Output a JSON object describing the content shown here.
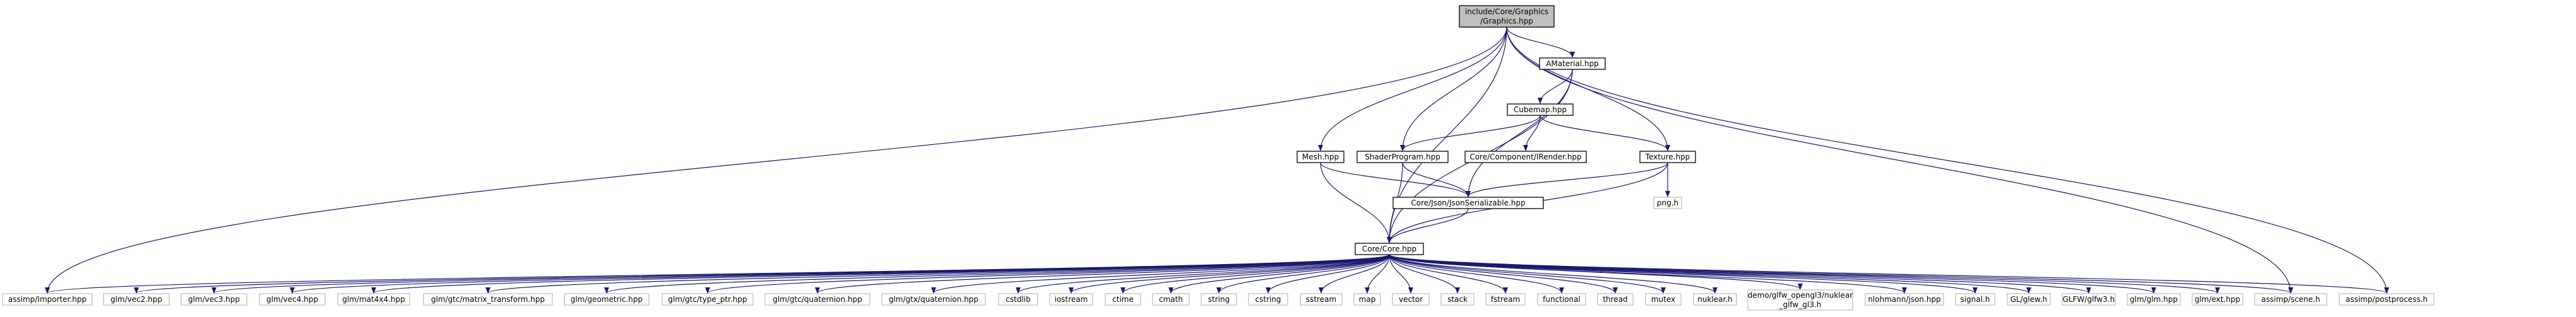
{
  "diagram": {
    "colors": {
      "edge": "#191970",
      "root_fill": "#bfbfbf",
      "root_border": "#000000",
      "internal_fill": "#ffffff",
      "internal_border": "#000000",
      "external_fill": "#ffffff",
      "external_border": "#bfbfbf",
      "text": "#000000"
    },
    "nodes": [
      {
        "id": "root",
        "lines": [
          "include/Core/Graphics",
          "/Graphics.hpp"
        ],
        "kind": "root"
      },
      {
        "id": "amaterial",
        "lines": [
          "AMaterial.hpp"
        ],
        "kind": "internal"
      },
      {
        "id": "cubemap",
        "lines": [
          "Cubemap.hpp"
        ],
        "kind": "internal"
      },
      {
        "id": "mesh",
        "lines": [
          "Mesh.hpp"
        ],
        "kind": "internal"
      },
      {
        "id": "shader",
        "lines": [
          "ShaderProgram.hpp"
        ],
        "kind": "internal"
      },
      {
        "id": "irender",
        "lines": [
          "Core/Component/IRender.hpp"
        ],
        "kind": "internal"
      },
      {
        "id": "texture",
        "lines": [
          "Texture.hpp"
        ],
        "kind": "internal"
      },
      {
        "id": "json_ser",
        "lines": [
          "Core/Json/JsonSerializable.hpp"
        ],
        "kind": "internal"
      },
      {
        "id": "png",
        "lines": [
          "png.h"
        ],
        "kind": "external"
      },
      {
        "id": "core",
        "lines": [
          "Core/Core.hpp"
        ],
        "kind": "internal"
      },
      {
        "id": "importer",
        "lines": [
          "assimp/Importer.hpp"
        ],
        "kind": "external"
      },
      {
        "id": "vec2",
        "lines": [
          "glm/vec2.hpp"
        ],
        "kind": "external"
      },
      {
        "id": "vec3",
        "lines": [
          "glm/vec3.hpp"
        ],
        "kind": "external"
      },
      {
        "id": "vec4",
        "lines": [
          "glm/vec4.hpp"
        ],
        "kind": "external"
      },
      {
        "id": "mat4x4",
        "lines": [
          "glm/mat4x4.hpp"
        ],
        "kind": "external"
      },
      {
        "id": "matrix_transform",
        "lines": [
          "glm/gtc/matrix_transform.hpp"
        ],
        "kind": "external"
      },
      {
        "id": "geometric",
        "lines": [
          "glm/geometric.hpp"
        ],
        "kind": "external"
      },
      {
        "id": "type_ptr",
        "lines": [
          "glm/gtc/type_ptr.hpp"
        ],
        "kind": "external"
      },
      {
        "id": "gtc_quat",
        "lines": [
          "glm/gtc/quaternion.hpp"
        ],
        "kind": "external"
      },
      {
        "id": "gtx_quat",
        "lines": [
          "glm/gtx/quaternion.hpp"
        ],
        "kind": "external"
      },
      {
        "id": "cstdlib",
        "lines": [
          "cstdlib"
        ],
        "kind": "external"
      },
      {
        "id": "iostream",
        "lines": [
          "iostream"
        ],
        "kind": "external"
      },
      {
        "id": "ctime",
        "lines": [
          "ctime"
        ],
        "kind": "external"
      },
      {
        "id": "cmath",
        "lines": [
          "cmath"
        ],
        "kind": "external"
      },
      {
        "id": "string",
        "lines": [
          "string"
        ],
        "kind": "external"
      },
      {
        "id": "cstring",
        "lines": [
          "cstring"
        ],
        "kind": "external"
      },
      {
        "id": "sstream",
        "lines": [
          "sstream"
        ],
        "kind": "external"
      },
      {
        "id": "map",
        "lines": [
          "map"
        ],
        "kind": "external"
      },
      {
        "id": "vector",
        "lines": [
          "vector"
        ],
        "kind": "external"
      },
      {
        "id": "stack",
        "lines": [
          "stack"
        ],
        "kind": "external"
      },
      {
        "id": "fstream",
        "lines": [
          "fstream"
        ],
        "kind": "external"
      },
      {
        "id": "functional",
        "lines": [
          "functional"
        ],
        "kind": "external"
      },
      {
        "id": "thread",
        "lines": [
          "thread"
        ],
        "kind": "external"
      },
      {
        "id": "mutex",
        "lines": [
          "mutex"
        ],
        "kind": "external"
      },
      {
        "id": "nuklear",
        "lines": [
          "nuklear.h"
        ],
        "kind": "external"
      },
      {
        "id": "nuklear_glfw",
        "lines": [
          "demo/glfw_opengl3/nuklear",
          "_glfw_gl3.h"
        ],
        "kind": "external"
      },
      {
        "id": "nlohmann",
        "lines": [
          "nlohmann/json.hpp"
        ],
        "kind": "external"
      },
      {
        "id": "signal",
        "lines": [
          "signal.h"
        ],
        "kind": "external"
      },
      {
        "id": "glew",
        "lines": [
          "GL/glew.h"
        ],
        "kind": "external"
      },
      {
        "id": "glfw3",
        "lines": [
          "GLFW/glfw3.h"
        ],
        "kind": "external"
      },
      {
        "id": "glm",
        "lines": [
          "glm/glm.hpp"
        ],
        "kind": "external"
      },
      {
        "id": "glm_ext",
        "lines": [
          "glm/ext.hpp"
        ],
        "kind": "external"
      },
      {
        "id": "scene",
        "lines": [
          "assimp/scene.h"
        ],
        "kind": "external"
      },
      {
        "id": "postprocess",
        "lines": [
          "assimp/postprocess.h"
        ],
        "kind": "external"
      }
    ],
    "edges": [
      [
        "root",
        "amaterial"
      ],
      [
        "root",
        "mesh"
      ],
      [
        "root",
        "shader"
      ],
      [
        "root",
        "texture"
      ],
      [
        "root",
        "core"
      ],
      [
        "root",
        "importer"
      ],
      [
        "root",
        "scene"
      ],
      [
        "root",
        "postprocess"
      ],
      [
        "amaterial",
        "cubemap"
      ],
      [
        "amaterial",
        "json_ser"
      ],
      [
        "amaterial",
        "core"
      ],
      [
        "cubemap",
        "shader"
      ],
      [
        "cubemap",
        "irender"
      ],
      [
        "cubemap",
        "texture"
      ],
      [
        "mesh",
        "json_ser"
      ],
      [
        "mesh",
        "core"
      ],
      [
        "shader",
        "json_ser"
      ],
      [
        "shader",
        "core"
      ],
      [
        "texture",
        "json_ser"
      ],
      [
        "texture",
        "png"
      ],
      [
        "texture",
        "core"
      ],
      [
        "json_ser",
        "core"
      ],
      [
        "core",
        "importer"
      ],
      [
        "core",
        "vec2"
      ],
      [
        "core",
        "vec3"
      ],
      [
        "core",
        "vec4"
      ],
      [
        "core",
        "mat4x4"
      ],
      [
        "core",
        "matrix_transform"
      ],
      [
        "core",
        "geometric"
      ],
      [
        "core",
        "type_ptr"
      ],
      [
        "core",
        "gtc_quat"
      ],
      [
        "core",
        "gtx_quat"
      ],
      [
        "core",
        "cstdlib"
      ],
      [
        "core",
        "iostream"
      ],
      [
        "core",
        "ctime"
      ],
      [
        "core",
        "cmath"
      ],
      [
        "core",
        "string"
      ],
      [
        "core",
        "cstring"
      ],
      [
        "core",
        "sstream"
      ],
      [
        "core",
        "map"
      ],
      [
        "core",
        "vector"
      ],
      [
        "core",
        "stack"
      ],
      [
        "core",
        "fstream"
      ],
      [
        "core",
        "functional"
      ],
      [
        "core",
        "thread"
      ],
      [
        "core",
        "mutex"
      ],
      [
        "core",
        "nuklear"
      ],
      [
        "core",
        "nuklear_glfw"
      ],
      [
        "core",
        "nlohmann"
      ],
      [
        "core",
        "signal"
      ],
      [
        "core",
        "glew"
      ],
      [
        "core",
        "glfw3"
      ],
      [
        "core",
        "glm"
      ],
      [
        "core",
        "glm_ext"
      ],
      [
        "core",
        "scene"
      ],
      [
        "core",
        "postprocess"
      ]
    ]
  }
}
